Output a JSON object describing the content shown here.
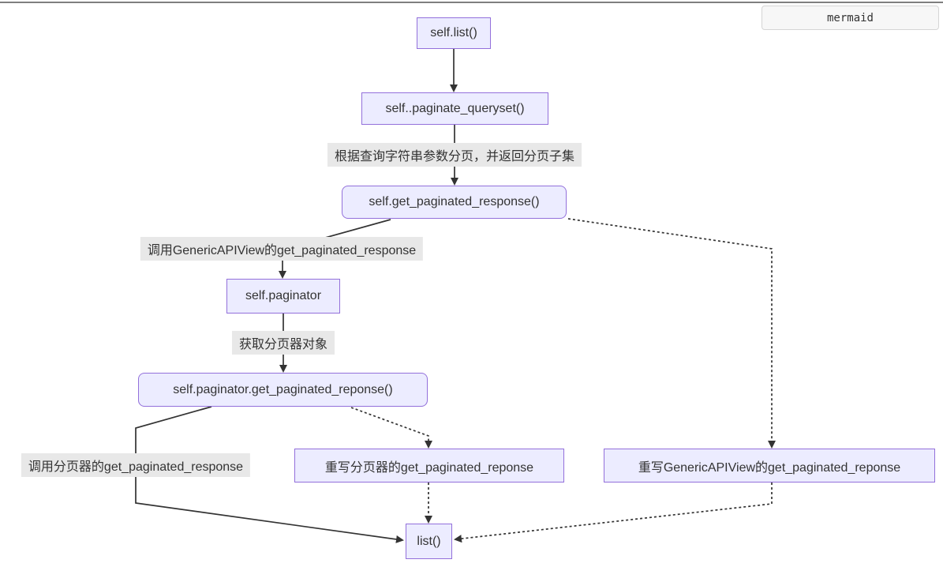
{
  "badge": {
    "label": "mermaid"
  },
  "diagram": {
    "type": "flowchart-top-down",
    "nodes": {
      "self_list": {
        "label": "self.list()",
        "shape": "rect"
      },
      "paginate_queryset": {
        "label": "self..paginate_queryset()",
        "shape": "rect"
      },
      "get_paginated_response": {
        "label": "self.get_paginated_response()",
        "shape": "rounded"
      },
      "paginator": {
        "label": "self.paginator",
        "shape": "rect"
      },
      "paginator_get_paginated_reponse": {
        "label": "self.paginator.get_paginated_reponse()",
        "shape": "rounded"
      },
      "override_paginator": {
        "label": "重写分页器的get_paginated_reponse",
        "shape": "rect"
      },
      "override_genericapiview": {
        "label": "重写GenericAPIView的get_paginated_reponse",
        "shape": "rect"
      },
      "list_fn": {
        "label": "list()",
        "shape": "rect"
      }
    },
    "edge_labels": {
      "paginate": {
        "label": "根据查询字符串参数分页，并返回分页子集"
      },
      "call_generic": {
        "label": "调用GenericAPIView的get_paginated_response"
      },
      "get_paginator_obj": {
        "label": "获取分页器对象"
      },
      "call_paginator": {
        "label": "调用分页器的get_paginated_response"
      }
    },
    "edges": [
      {
        "from": "self.list()",
        "to": "self..paginate_queryset()",
        "style": "solid",
        "label": ""
      },
      {
        "from": "self..paginate_queryset()",
        "to": "self.get_paginated_response()",
        "style": "solid",
        "label": "根据查询字符串参数分页，并返回分页子集"
      },
      {
        "from": "self.get_paginated_response()",
        "to": "self.paginator",
        "style": "solid",
        "label": "调用GenericAPIView的get_paginated_response"
      },
      {
        "from": "self.paginator",
        "to": "self.paginator.get_paginated_reponse()",
        "style": "solid",
        "label": "获取分页器对象"
      },
      {
        "from": "self.paginator.get_paginated_reponse()",
        "to": "list()",
        "style": "solid",
        "label": "调用分页器的get_paginated_response"
      },
      {
        "from": "self.paginator.get_paginated_reponse()",
        "to": "重写分页器的get_paginated_reponse",
        "style": "dotted",
        "label": ""
      },
      {
        "from": "self.get_paginated_response()",
        "to": "重写GenericAPIView的get_paginated_reponse",
        "style": "dotted",
        "label": ""
      },
      {
        "from": "重写分页器的get_paginated_reponse",
        "to": "list()",
        "style": "dotted",
        "label": ""
      },
      {
        "from": "重写GenericAPIView的get_paginated_reponse",
        "to": "list()",
        "style": "dotted",
        "label": ""
      }
    ],
    "colors": {
      "node_fill": "#ECECFF",
      "node_border": "#9370DB",
      "edge_stroke": "#333333",
      "edge_label_bg": "#e8e8e8",
      "top_rule": "#7f7f7f",
      "badge_bg": "#f7f7f7",
      "badge_border": "#d5d5d5"
    }
  }
}
